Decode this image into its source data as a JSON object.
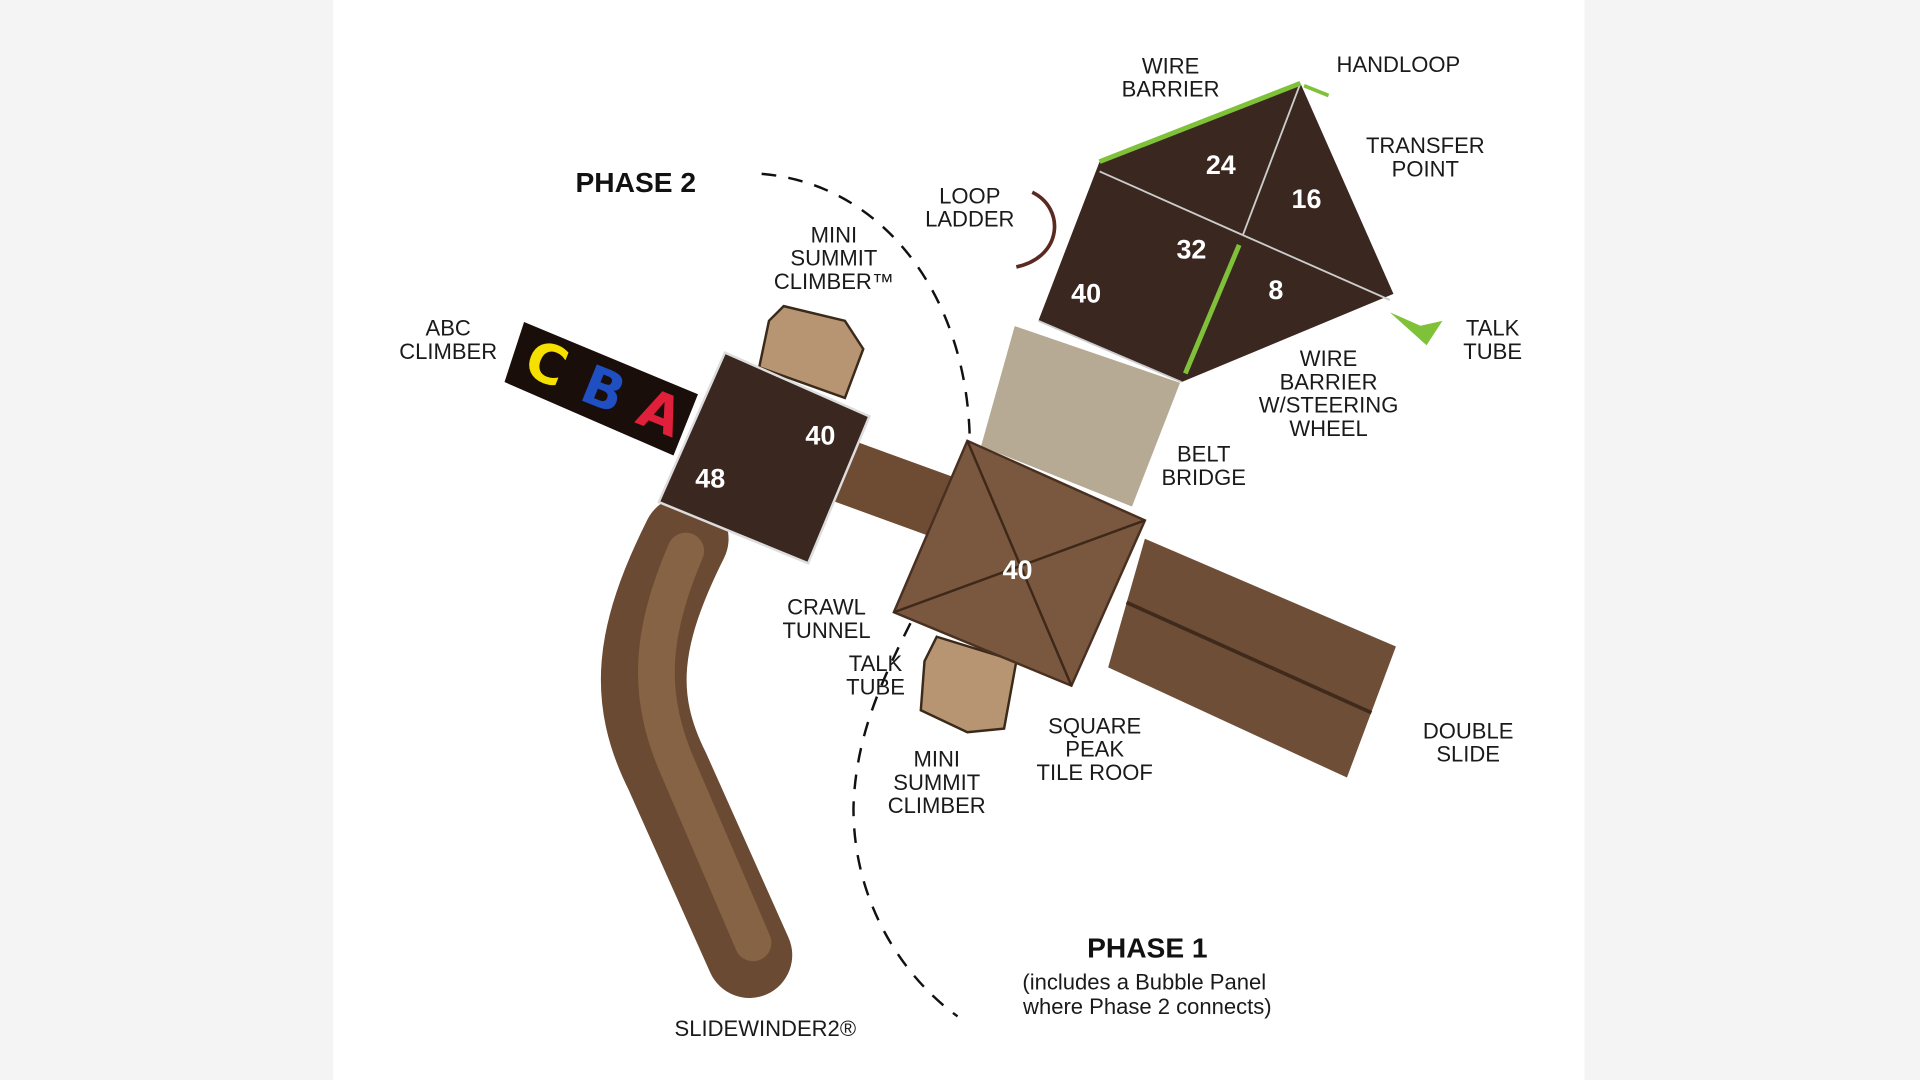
{
  "phases": {
    "phase2": "PHASE 2",
    "phase1": "PHASE 1",
    "phase1_note": [
      "(includes a Bubble Panel",
      "where Phase 2 connects)"
    ]
  },
  "labels": {
    "wire_barrier_top": [
      "WIRE",
      "BARRIER"
    ],
    "handloop": "HANDLOOP",
    "transfer_point": [
      "TRANSFER",
      "POINT"
    ],
    "loop_ladder": [
      "LOOP",
      "LADDER"
    ],
    "mini_summit_top": [
      "MINI",
      "SUMMIT",
      "CLIMBER™"
    ],
    "abc_climber": [
      "ABC",
      "CLIMBER"
    ],
    "talk_tube_right": [
      "TALK",
      "TUBE"
    ],
    "wire_barrier_steering": [
      "WIRE",
      "BARRIER",
      "W/STEERING",
      "WHEEL"
    ],
    "belt_bridge": [
      "BELT",
      "BRIDGE"
    ],
    "crawl_tunnel": [
      "CRAWL",
      "TUNNEL"
    ],
    "talk_tube_left": [
      "TALK",
      "TUBE"
    ],
    "square_peak": [
      "SQUARE",
      "PEAK",
      "TILE ROOF"
    ],
    "mini_summit_bottom": [
      "MINI",
      "SUMMIT",
      "CLIMBER"
    ],
    "double_slide": [
      "DOUBLE",
      "SLIDE"
    ],
    "slidewinder": "SLIDEWINDER2®"
  },
  "deck_heights": {
    "pent_24": "24",
    "pent_16": "16",
    "pent_32": "32",
    "pent_8": "8",
    "pent_40": "40",
    "cube_40": "40",
    "cube_48": "48",
    "roof_40": "40"
  },
  "abc_letters": [
    "C",
    "B",
    "A"
  ],
  "colors": {
    "deck": "#3a2720",
    "slide": "#7b5a3f",
    "wire": "#7fc23a",
    "bridge": "#b7aa95",
    "abc_c": "#f5e000",
    "abc_b": "#1f4fc0",
    "abc_a": "#e0203a"
  }
}
